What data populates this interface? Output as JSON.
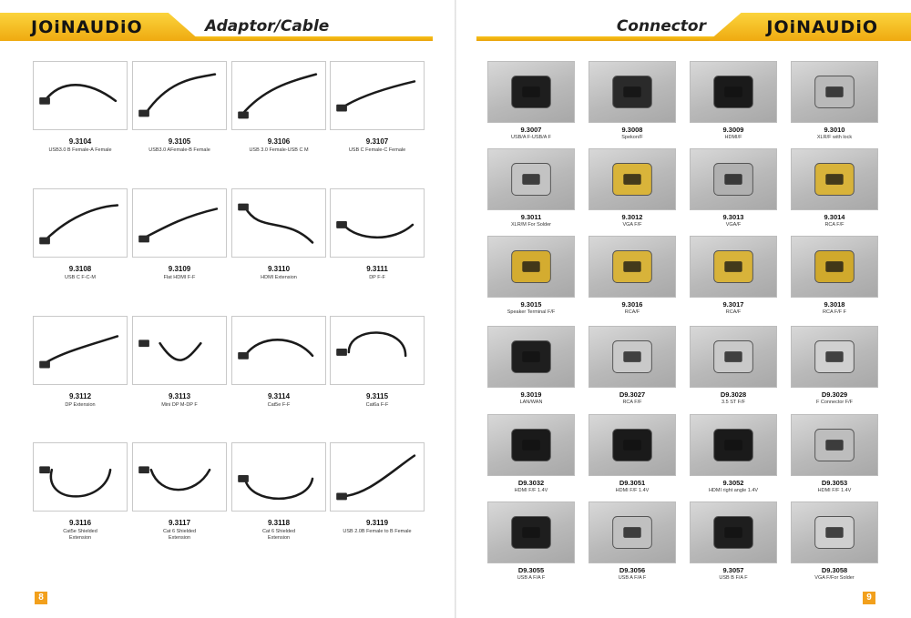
{
  "left_page": {
    "brand": "JOiNAUDiO",
    "section_title": "Adaptor/Cable",
    "page_number": "8",
    "products": [
      {
        "code": "9.3104",
        "desc": "USB3.0 B Female-A Female",
        "desc2": ""
      },
      {
        "code": "9.3105",
        "desc": "USB3.0 AFemale-B Female",
        "desc2": ""
      },
      {
        "code": "9.3106",
        "desc": "USB 3.0 Female-USB C M",
        "desc2": ""
      },
      {
        "code": "9.3107",
        "desc": "USB C Female-C Female",
        "desc2": ""
      },
      {
        "code": "9.3108",
        "desc": "USB C F-C-M",
        "desc2": ""
      },
      {
        "code": "9.3109",
        "desc": "Flat HDMI F-F",
        "desc2": ""
      },
      {
        "code": "9.3110",
        "desc": "HDMI Extension",
        "desc2": ""
      },
      {
        "code": "9.3111",
        "desc": "DP F-F",
        "desc2": ""
      },
      {
        "code": "9.3112",
        "desc": "DP Extension",
        "desc2": ""
      },
      {
        "code": "9.3113",
        "desc": "Mini DP M-DP F",
        "desc2": ""
      },
      {
        "code": "9.3114",
        "desc": "Cat5e F-F",
        "desc2": ""
      },
      {
        "code": "9.3115",
        "desc": "Cat6a F-F",
        "desc2": ""
      },
      {
        "code": "9.3116",
        "desc": "Cat5e Shielded",
        "desc2": "Extension"
      },
      {
        "code": "9.3117",
        "desc": "Cat 6 Shielded",
        "desc2": "Extension"
      },
      {
        "code": "9.3118",
        "desc": "Cat 6 Shielded",
        "desc2": "Extension"
      },
      {
        "code": "9.3119",
        "desc": "USB 2.0B Female to B Female",
        "desc2": ""
      }
    ]
  },
  "right_page": {
    "brand": "JOiNAUDiO",
    "section_title": "Connector",
    "page_number": "9",
    "products": [
      {
        "code": "9.3007",
        "desc": "USB/A F-USB/A F"
      },
      {
        "code": "9.3008",
        "desc": "Spekon/F"
      },
      {
        "code": "9.3009",
        "desc": "HDMI/F"
      },
      {
        "code": "9.3010",
        "desc": "XLR/F with lock"
      },
      {
        "code": "9.3011",
        "desc": "XLR/M For Solder"
      },
      {
        "code": "9.3012",
        "desc": "VGA F/F"
      },
      {
        "code": "9.3013",
        "desc": "VGA/F"
      },
      {
        "code": "9.3014",
        "desc": "RCA F/F"
      },
      {
        "code": "9.3015",
        "desc": "Speaker Terminal F/F"
      },
      {
        "code": "9.3016",
        "desc": "RCA/F"
      },
      {
        "code": "9.3017",
        "desc": "RCA/F"
      },
      {
        "code": "9.3018",
        "desc": "RCA F/F F"
      },
      {
        "code": "9.3019",
        "desc": "LAN/WAN"
      },
      {
        "code": "D9.3027",
        "desc": "RCA F/F"
      },
      {
        "code": "D9.3028",
        "desc": "3.5 ST F/F"
      },
      {
        "code": "D9.3029",
        "desc": "F Connector F/F"
      },
      {
        "code": "D9.3032",
        "desc": "HDMI F/F 1.4V"
      },
      {
        "code": "D9.3051",
        "desc": "HDMI F/F 1.4V"
      },
      {
        "code": "9.3052",
        "desc": "HDMI right angle 1.4V"
      },
      {
        "code": "D9.3053",
        "desc": "HDMI F/F 1.4V"
      },
      {
        "code": "D9.3055",
        "desc": "USB A F/A F"
      },
      {
        "code": "D9.3056",
        "desc": "USB A F/A F"
      },
      {
        "code": "9.3057",
        "desc": "USB B F/A F"
      },
      {
        "code": "D9.3058",
        "desc": "VGA F/For Solder"
      }
    ]
  },
  "colors": {
    "accent": "#f2a01c",
    "bar": "#efaa10",
    "text": "#222222"
  }
}
